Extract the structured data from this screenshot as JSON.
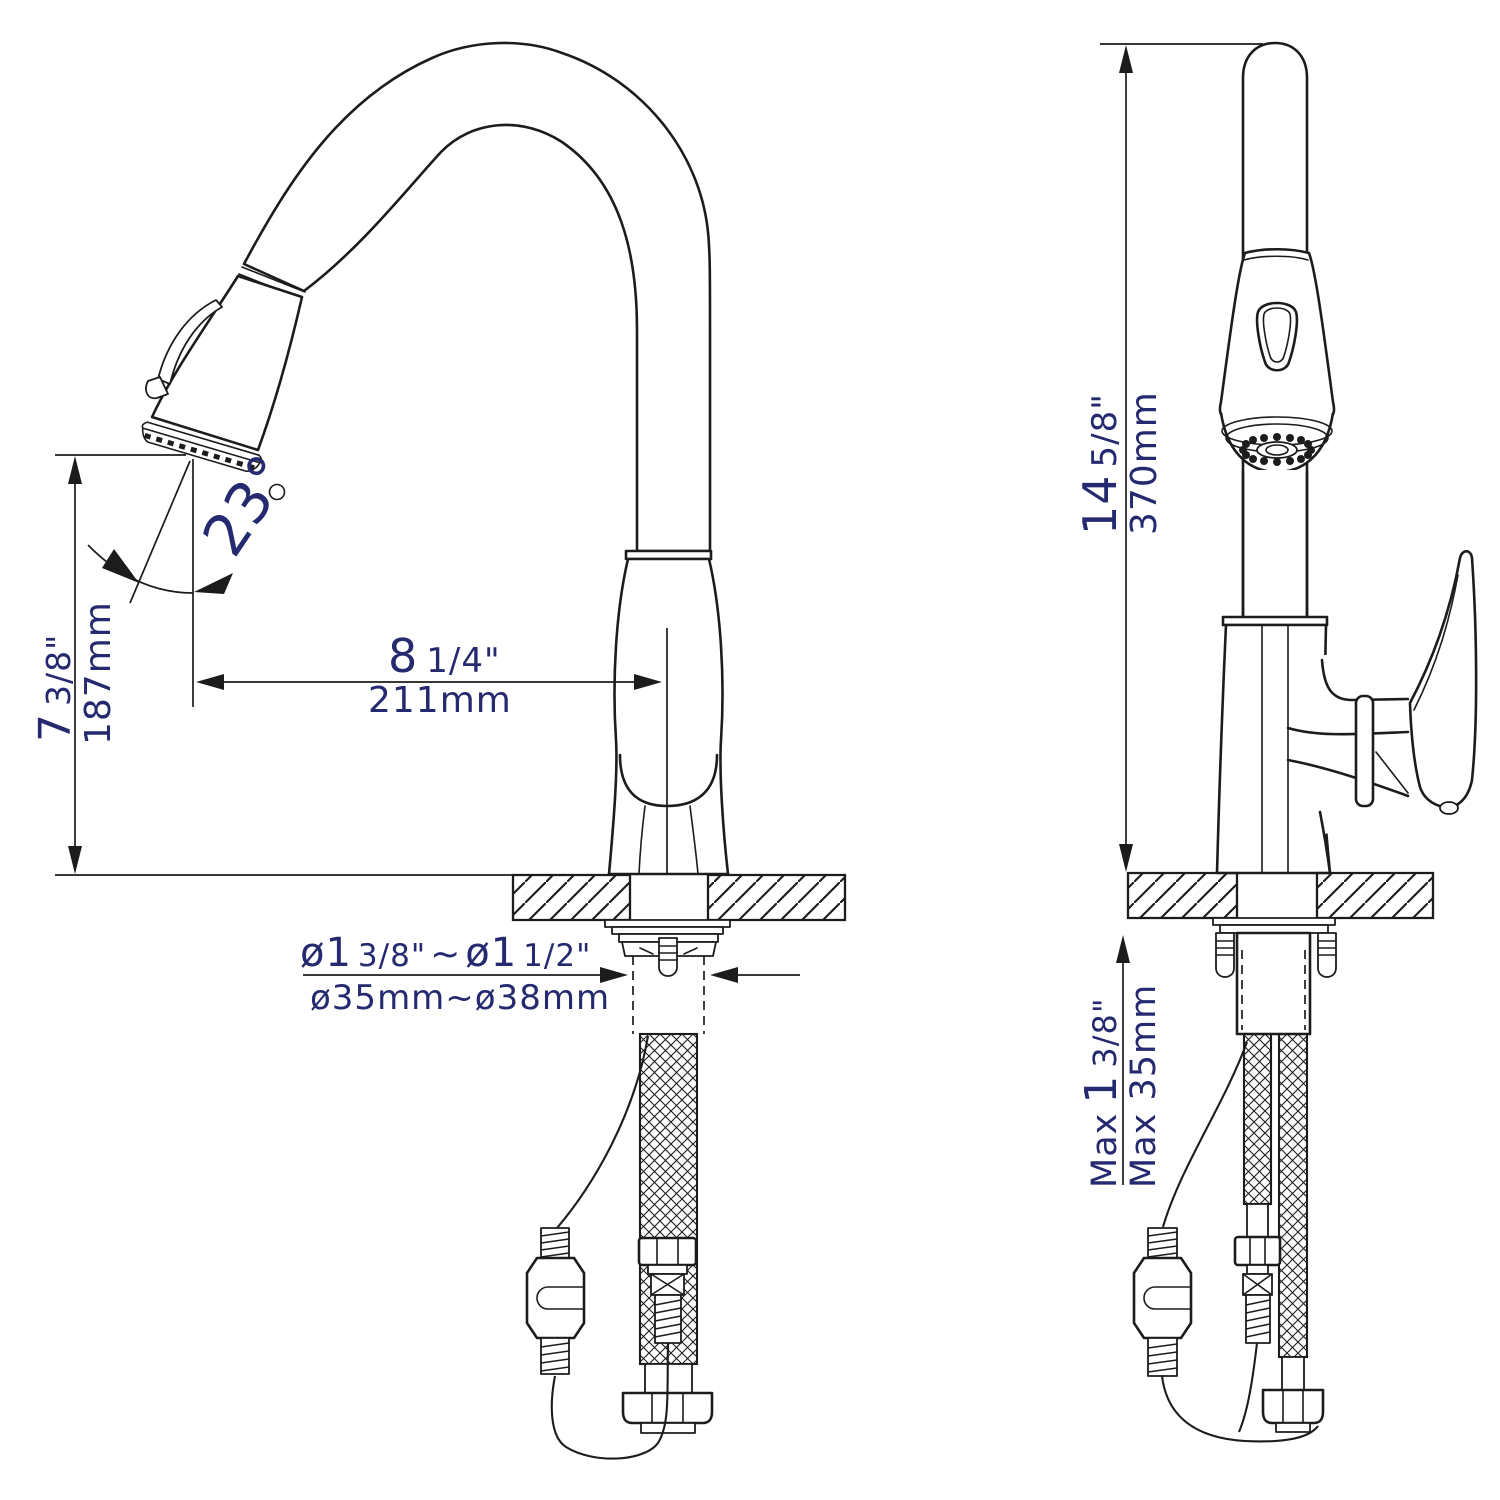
{
  "drawing": {
    "kind": "faucet installation dimension drawing",
    "views": [
      "front",
      "side"
    ]
  },
  "dimensions": {
    "spout_height": {
      "imperial": "7",
      "imperial_fraction": "3/8\"",
      "metric": "187mm"
    },
    "spout_reach": {
      "imperial": "8",
      "imperial_fraction": "1/4\"",
      "metric": "211mm"
    },
    "spray_angle": {
      "value": "23°"
    },
    "mounting_hole_diameter": {
      "imperial_1": "ø1",
      "imperial_1_fraction": "3/8\"",
      "separator": "~",
      "imperial_2": "ø1",
      "imperial_2_fraction": "1/2\"",
      "metric": "ø35mm~ø38mm"
    },
    "overall_height": {
      "imperial": "14",
      "imperial_fraction": "5/8\"",
      "metric": "370mm"
    },
    "max_deck_thickness": {
      "imperial_prefix": "Max",
      "imperial": "1",
      "imperial_fraction": "3/8\"",
      "metric": "Max 35mm"
    }
  },
  "colors": {
    "line": "#1c1c1c",
    "dimension_text": "#252a70",
    "background": "#ffffff"
  }
}
